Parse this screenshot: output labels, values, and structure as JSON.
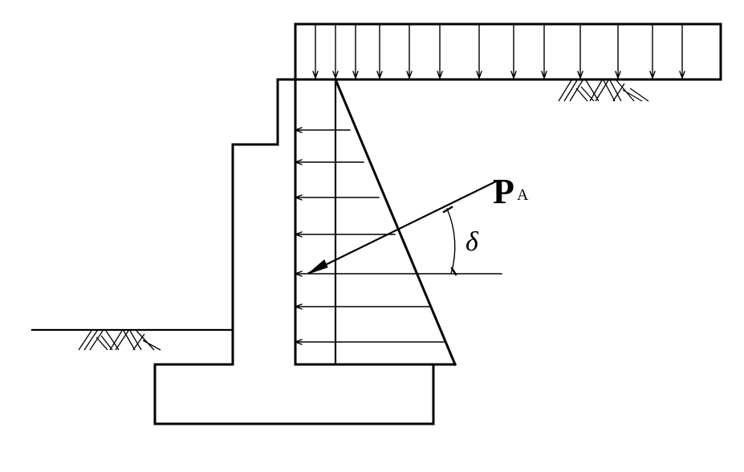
{
  "labels": {
    "force_main": "P",
    "force_sub": "A",
    "angle": "δ"
  },
  "colors": {
    "line": "#000000",
    "background": "#ffffff"
  }
}
